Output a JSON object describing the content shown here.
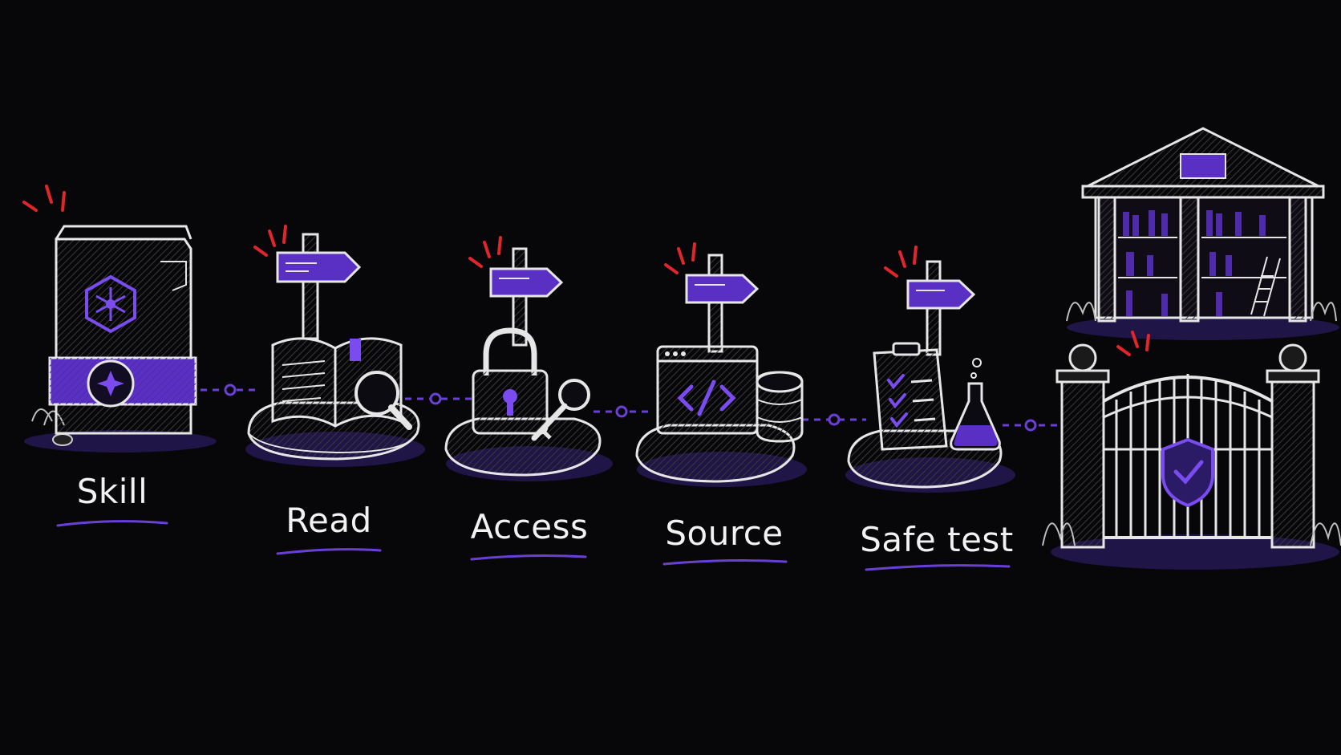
{
  "steps": [
    {
      "label": "Skill",
      "icon": "skill-book-icon"
    },
    {
      "label": "Read",
      "icon": "open-book-magnifier-icon"
    },
    {
      "label": "Access",
      "icon": "padlock-key-icon"
    },
    {
      "label": "Source",
      "icon": "code-window-database-icon"
    },
    {
      "label": "Safe test",
      "icon": "checklist-flask-icon"
    }
  ],
  "destination": {
    "icon": "library-gate-shield-icon"
  },
  "colors": {
    "background": "#070609",
    "chalk": "#e6e6e6",
    "accent": "#6a3fd6",
    "alert": "#e0262a"
  }
}
